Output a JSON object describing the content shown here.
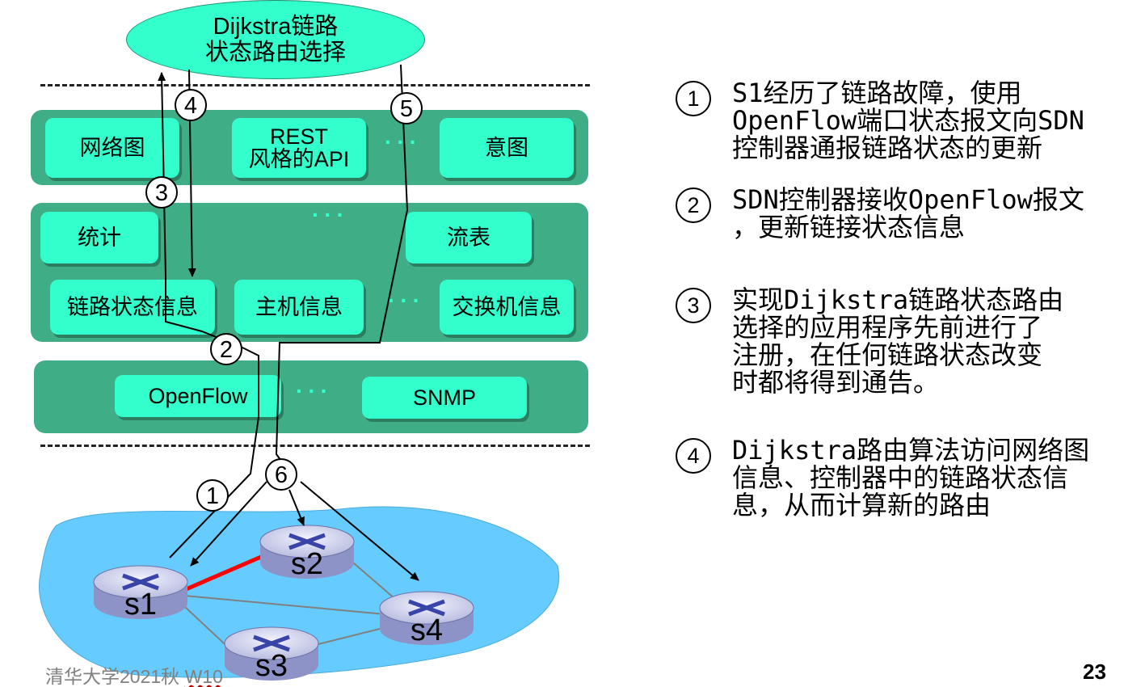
{
  "top_app": {
    "line1": "Dijkstra链路",
    "line2": "状态路由选择"
  },
  "northbound_layer": {
    "graph": "网络图",
    "rest_line1": "REST",
    "rest_line2": "风格的API",
    "dots": "···",
    "intent": "意图"
  },
  "controller_layer": {
    "stats": "统计",
    "dots": "···",
    "flow_table": "流表",
    "link_state": "链路状态信息",
    "host_info": "主机信息",
    "dots2": "···",
    "switch_info": "交换机信息"
  },
  "southbound_layer": {
    "openflow": "OpenFlow",
    "dots": "···",
    "snmp": "SNMP"
  },
  "step_markers": [
    "1",
    "2",
    "3",
    "4",
    "5",
    "6"
  ],
  "routers": [
    "s1",
    "s2",
    "s3",
    "s4"
  ],
  "colors": {
    "layer": "#3fae87",
    "box": "#33ffcc",
    "network": "#66ccff",
    "failed_link": "#ff0000"
  },
  "descriptions": [
    {
      "num": "1",
      "text": "S1经历了链路故障，使用\nOpenFlow端口状态报文向SDN\n控制器通报链路状态的更新"
    },
    {
      "num": "2",
      "text": "SDN控制器接收OpenFlow报文\n，更新链接状态信息"
    },
    {
      "num": "3",
      "text": "实现Dijkstra链路状态路由\n选择的应用程序先前进行了\n注册，在任何链路状态改变\n时都将得到通告。"
    },
    {
      "num": "4",
      "text": "Dijkstra路由算法访问网络图\n信息、控制器中的链路状态信\n息，从而计算新的路由"
    }
  ],
  "footer": {
    "course": "清华大学2021秋 ",
    "week": "W10"
  },
  "page_number": "23"
}
